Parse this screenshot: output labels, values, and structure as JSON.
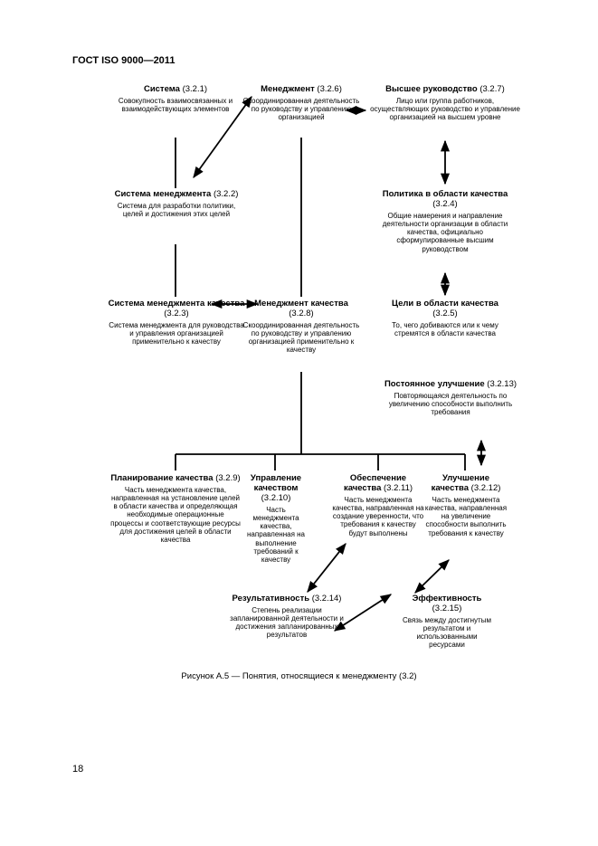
{
  "header": {
    "doc_id": "ГОСТ ISO 9000—2011"
  },
  "page_number": "18",
  "figure_caption": "Рисунок А.5 — Понятия, относящиеся к менеджменту (3.2)",
  "nodes": {
    "sistema": {
      "title": "Система",
      "code": "(3.2.1)",
      "desc": "Совокупность взаимосвязанных и взаимодействующих элементов"
    },
    "menedzhment": {
      "title": "Менеджмент",
      "code": "(3.2.6)",
      "desc": "Скоординированная деятельность по руководству и управлению организацией"
    },
    "vysshee": {
      "title": "Высшее руководство",
      "code": "(3.2.7)",
      "desc": "Лицо или группа работников, осуществляющих руководство и управление организацией на высшем уровне"
    },
    "sistema_menedzhmenta": {
      "title": "Система менеджмента",
      "code": "(3.2.2)",
      "desc": "Система для разработки политики, целей и достижения этих целей"
    },
    "politika": {
      "title": "Политика в области качества",
      "code": "(3.2.4)",
      "desc": "Общие намерения и направление деятельности организации в области качества, официально сформулированные высшим руководством"
    },
    "smk": {
      "title": "Система менеджмента качества",
      "code": "(3.2.3)",
      "desc": "Система менеджмента для руководства и управления организацией применительно к качеству"
    },
    "mk": {
      "title": "Менеджмент качества",
      "code": "(3.2.8)",
      "desc": "Скоординированная деятельность по руководству и управлению организацией применительно к качеству"
    },
    "celi": {
      "title": "Цели в области качества",
      "code": "(3.2.5)",
      "desc": "То, чего добиваются или к чему стремятся в области качества"
    },
    "postoyannoe": {
      "title": "Постоянное улучшение",
      "code": "(3.2.13)",
      "desc": "Повторяющаяся деятельность по увеличению способности выполнить требования"
    },
    "planirovanie": {
      "title": "Планирование качества",
      "code": "(3.2.9)",
      "desc": "Часть менеджмента качества, направленная на установление целей в области качества и определяющая необходимые операционные процессы и соответствующие ресурсы для достижения целей в области качества"
    },
    "upravlenie": {
      "title": "Управление качеством",
      "code": "(3.2.10)",
      "desc": "Часть менеджмента качества, направленная на выполнение требований к качеству"
    },
    "obespechenie": {
      "title": "Обеспечение качества",
      "code": "(3.2.11)",
      "desc": "Часть менеджмента качества, направленная на создание уверенности, что требования к качеству будут выполнены"
    },
    "uluchshenie": {
      "title": "Улучшение качества",
      "code": "(3.2.12)",
      "desc": "Часть менеджмента качества, направленная на увеличение способности выполнить требования к качеству"
    },
    "rezultativnost": {
      "title": "Результативность",
      "code": "(3.2.14)",
      "desc": "Степень реализации запланированной деятельности и достижения запланированных результатов"
    },
    "effektivnost": {
      "title": "Эффективность",
      "code": "(3.2.15)",
      "desc": "Связь между достигнутым результатом и использованными ресурсами"
    }
  }
}
